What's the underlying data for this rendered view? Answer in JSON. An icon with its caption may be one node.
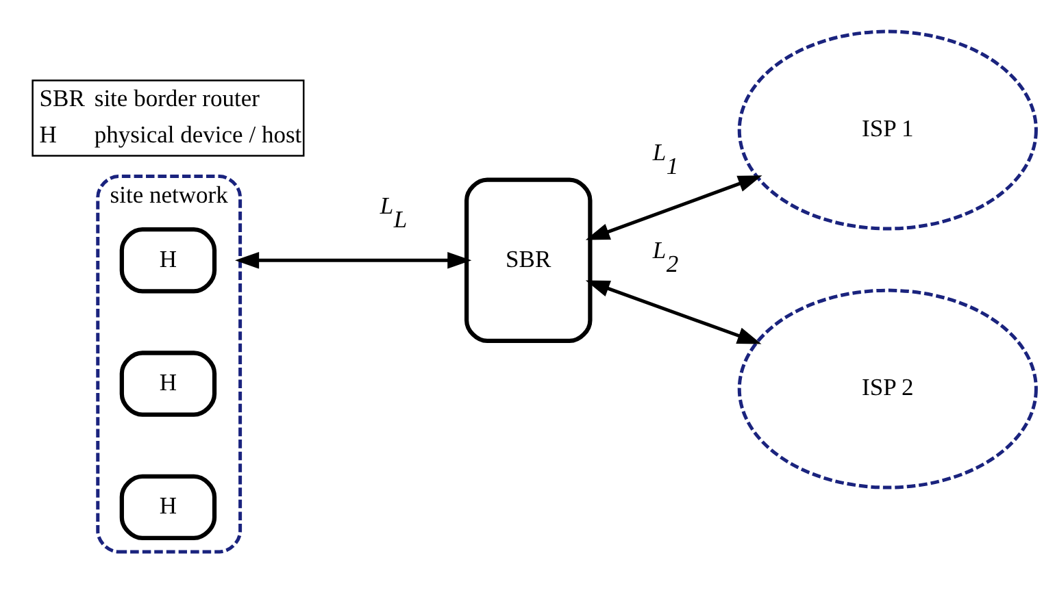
{
  "diagram": {
    "nodes": [
      {
        "text": [
          "site network"
        ]
      },
      {
        "text": [
          "H"
        ],
        "in": 0
      },
      {
        "text": [
          "H"
        ],
        "in": 0
      },
      {
        "text": [
          "H"
        ],
        "in": 0
      },
      {
        "text": [
          "SBR"
        ]
      },
      {
        "text": [
          "ISP 1"
        ]
      },
      {
        "text": [
          "ISP 2"
        ]
      }
    ],
    "edges": [
      {
        "from": 0,
        "to": 4,
        "arrow": "both",
        "label": "*L*$_{L}$"
      },
      {
        "from": 4,
        "to": 5,
        "arrow": "both",
        "label": "*L*$_{1}$"
      },
      {
        "from": 4,
        "to": 6,
        "arrow": "both",
        "label": "*L*$_{2}$"
      }
    ],
    "labels": [
      "SBR",
      "site border router",
      "H",
      "physical device / host"
    ]
  }
}
